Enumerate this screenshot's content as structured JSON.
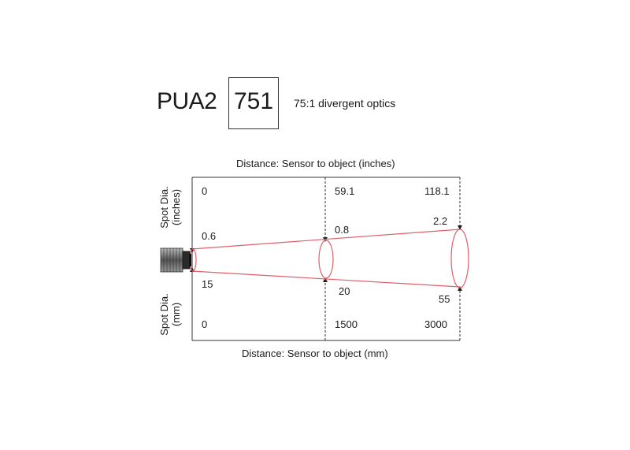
{
  "model": "PUA2",
  "code": "751",
  "optics": "75:1 divergent optics",
  "top_axis": {
    "title": "Distance: Sensor to object (inches)",
    "distances": [
      "0",
      "59.1",
      "118.1"
    ],
    "spots": [
      "0.6",
      "0.8",
      "2.2"
    ],
    "side_label_1": "Spot Dia.",
    "side_label_2": "(inches)"
  },
  "bottom_axis": {
    "title": "Distance: Sensor to object (mm)",
    "distances": [
      "0",
      "1500",
      "3000"
    ],
    "spots": [
      "15",
      "20",
      "55"
    ],
    "side_label_1": "Spot Dia.",
    "side_label_2": "(mm)"
  },
  "colors": {
    "beam": "#e0606a",
    "line": "#222222"
  }
}
